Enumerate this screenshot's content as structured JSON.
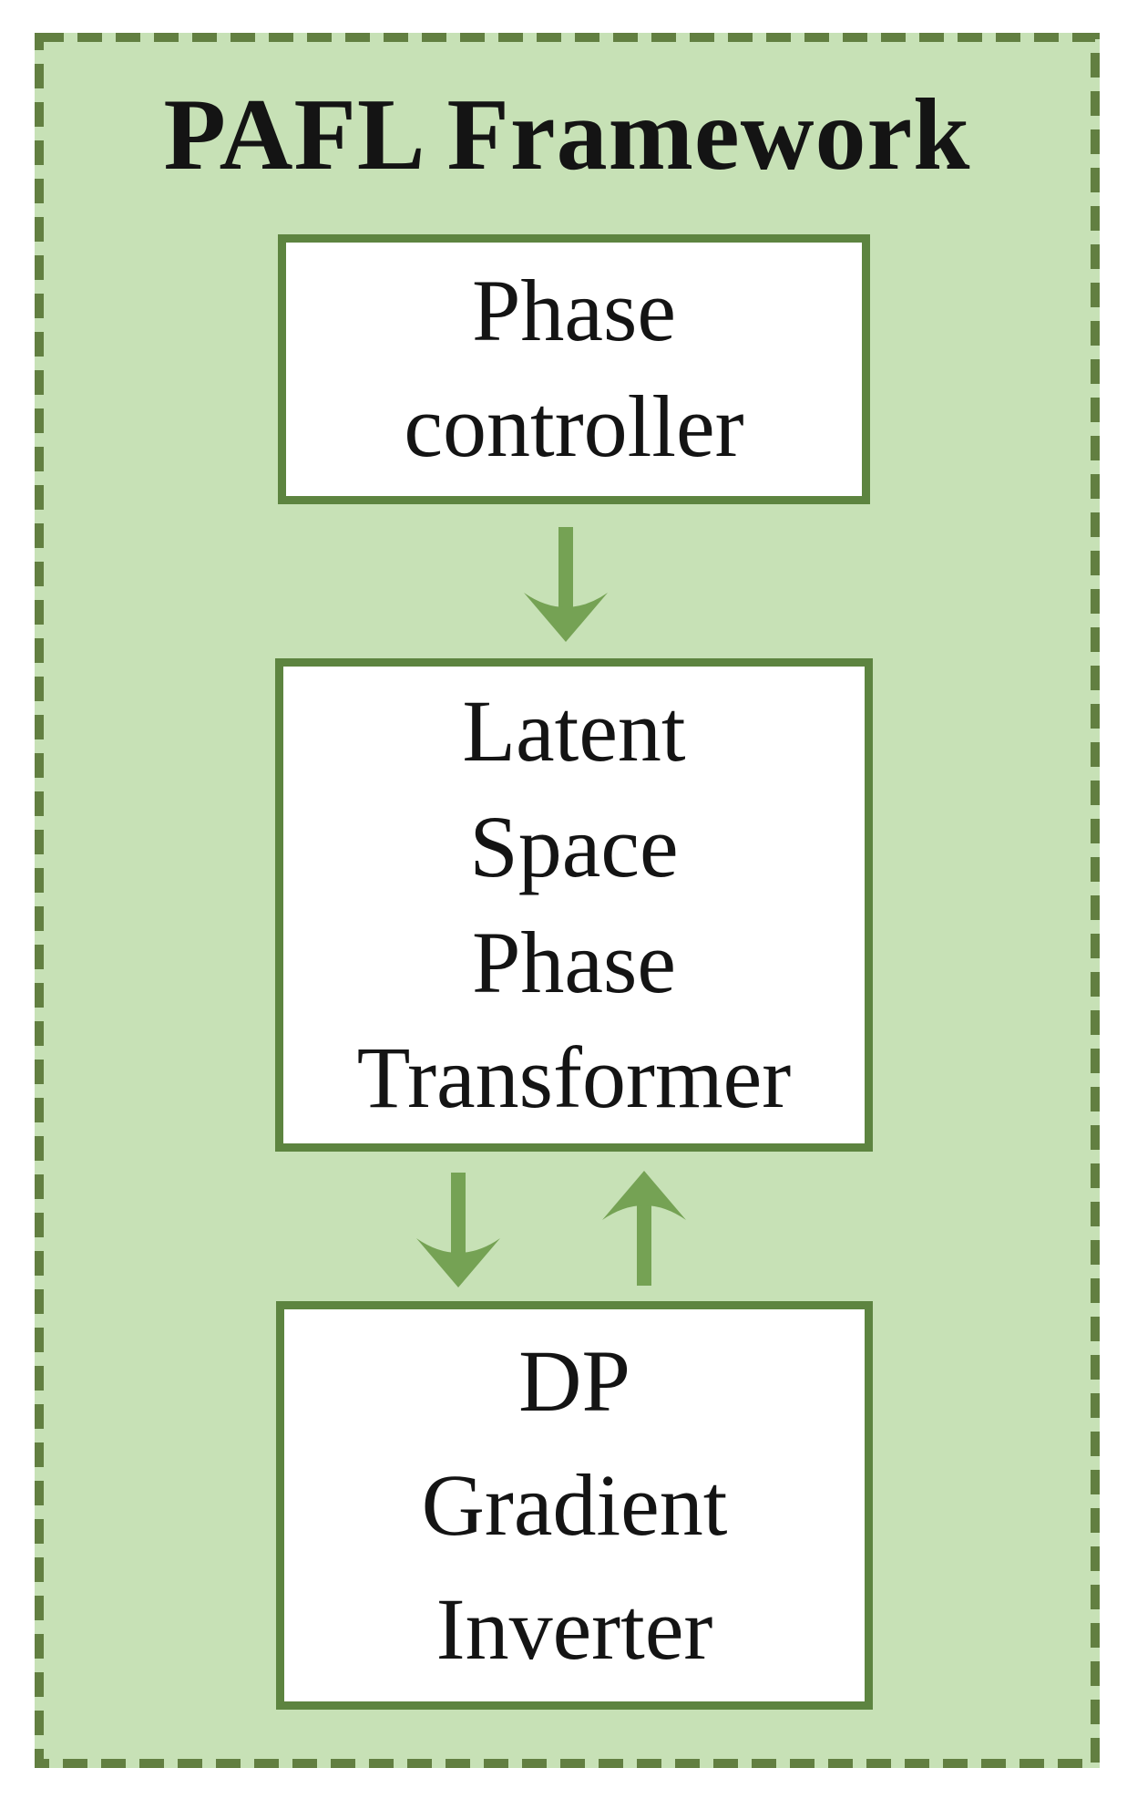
{
  "title": "PAFL Framework",
  "boxes": {
    "phase_controller": {
      "lines": [
        "Phase",
        "controller"
      ]
    },
    "latent_space_phase_transformer": {
      "lines": [
        "Latent",
        "Space",
        "Phase",
        "Transformer"
      ]
    },
    "dp_gradient_inverter": {
      "lines": [
        "DP",
        "Gradient",
        "Inverter"
      ]
    }
  },
  "colors": {
    "bg-green": "#c7e1b6",
    "dash-border": "#627f41",
    "box-border": "#5d8440",
    "arrow-green": "#75a254",
    "text-black": "#141414"
  }
}
